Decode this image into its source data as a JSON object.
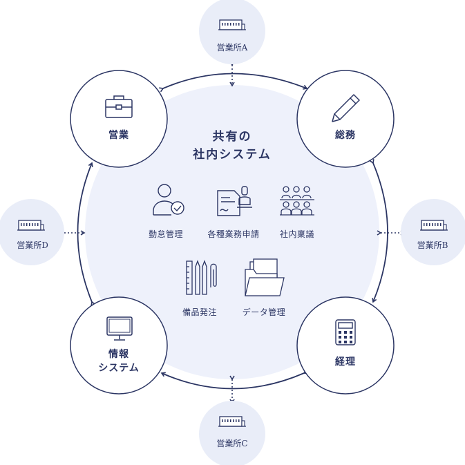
{
  "center": {
    "title_line1": "共有の",
    "title_line2": "社内システム"
  },
  "departments": {
    "sales": "営業",
    "general_affairs": "総務",
    "accounting": "経理",
    "it_line1": "情報",
    "it_line2": "システム"
  },
  "offices": {
    "a": "営業所A",
    "b": "営業所B",
    "c": "営業所C",
    "d": "営業所D"
  },
  "features": {
    "attendance": "勤怠管理",
    "applications": "各種業務申請",
    "approval": "社内稟議",
    "supplies": "備品発注",
    "data": "データ管理"
  },
  "icons": {
    "sales": "briefcase-icon",
    "general_affairs": "pencil-icon",
    "accounting": "calculator-icon",
    "it": "monitor-icon",
    "office": "building-icon",
    "attendance": "user-check-icon",
    "applications": "stamp-document-icon",
    "approval": "meeting-icon",
    "supplies": "stationery-icon",
    "data": "folder-icon"
  },
  "colors": {
    "navy": "#2b3563",
    "center_fill": "#eef1fb",
    "office_fill": "#e9edf8",
    "outline": "#2b3563",
    "accent_blue": "#3d7fd6"
  }
}
